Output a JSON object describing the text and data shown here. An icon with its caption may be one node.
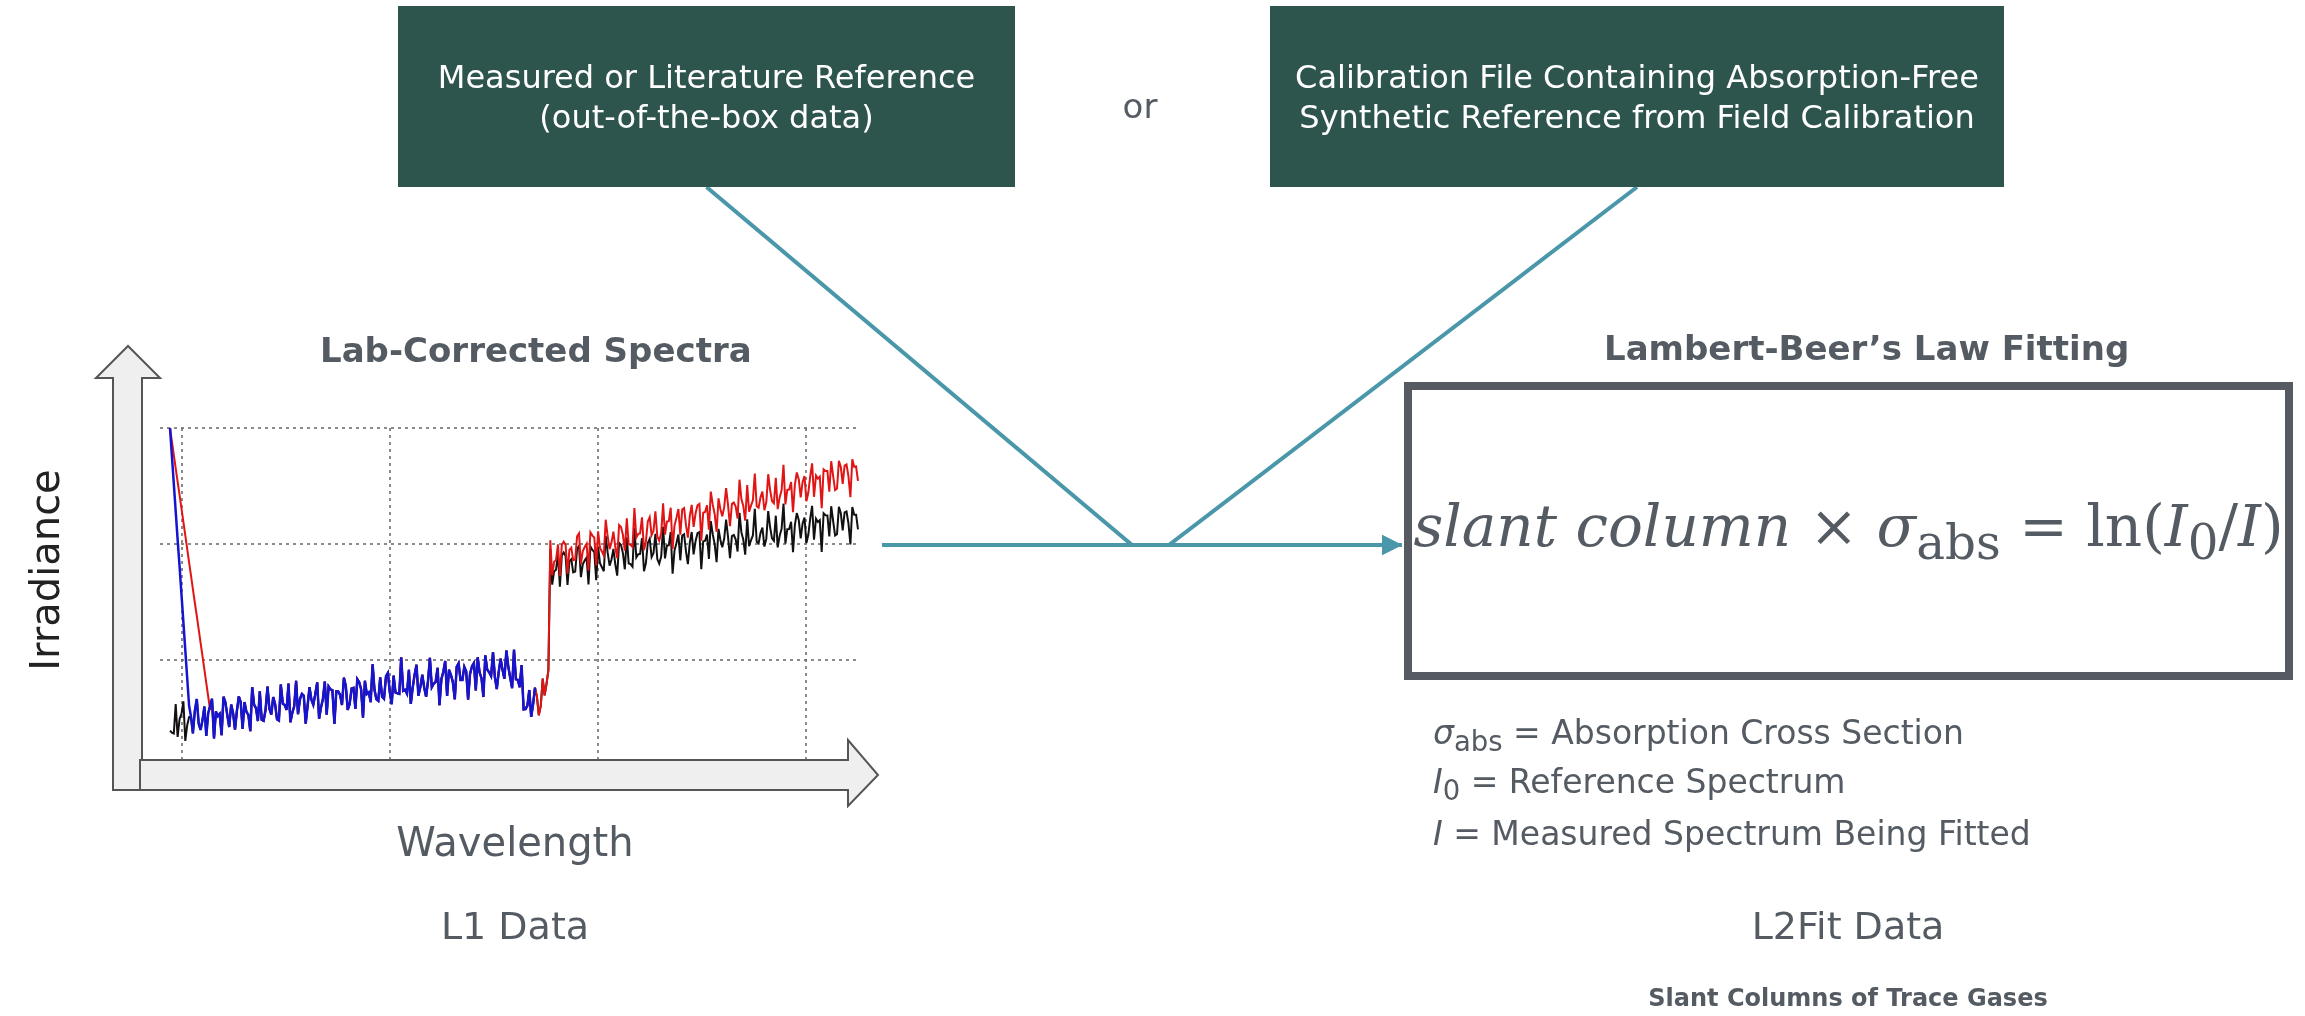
{
  "diagram": {
    "nodes": [
      {
        "text": [
          "Measured or Literature Reference (out-of-the-box data)"
        ]
      },
      {
        "text": [
          "Calibration File Containing Absorption-Free Synthetic Reference from Field Calibration"
        ]
      },
      {
        "text": [
          "Lab-Corrected Spectra"
        ]
      },
      {
        "text": [
          "Lambert-Beer’s Law Fitting",
          "*slant column* × *σ*$_{abs}$ = ln(*I*$_{0}$/*I*)"
        ]
      }
    ],
    "edges": [
      {
        "from": 0,
        "to": 3,
        "arrow": "to"
      },
      {
        "from": 1,
        "to": 3,
        "arrow": "to"
      },
      {
        "from": 2,
        "to": 3,
        "arrow": "to"
      }
    ],
    "labels": [
      "or",
      "Irradiance",
      "Wavelength",
      "L1 Data",
      "*σ*$_{abs}$ = Absorption Cross Section",
      "*I*$_{0}$ = Reference Spectrum",
      "*I* = Measured Spectrum Being Fitted",
      "L2Fit Data",
      "Slant Columns of Trace Gases"
    ]
  }
}
